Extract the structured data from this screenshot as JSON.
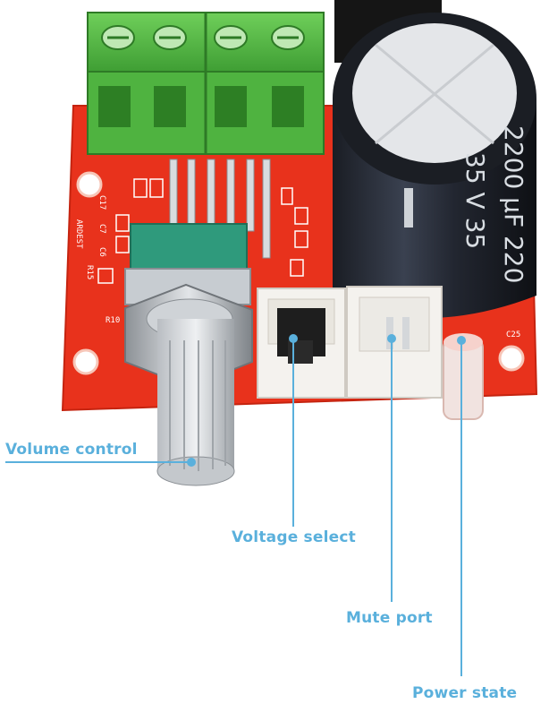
{
  "image": {
    "description": "Photo of a small red audio amplifier board with green screw terminals, a large black electrolytic capacitor, a potentiometer knob, jumper and connector headers, with blue callout labels.",
    "accent_color": "#5ab0dc",
    "board_color": "#e8321c"
  },
  "callouts": {
    "volume": "Volume control",
    "voltage": "Voltage select",
    "mute": "Mute port",
    "power": "Power state"
  },
  "board_text": {
    "brand": "ARDEST",
    "capacitor_line1": "2200 µF 220",
    "capacitor_line2": "35 V 35",
    "silk_c17": "C17",
    "silk_c7": "C7",
    "silk_c6": "C6",
    "silk_r15": "R15",
    "silk_r10": "R10",
    "silk_c25": "C25"
  }
}
